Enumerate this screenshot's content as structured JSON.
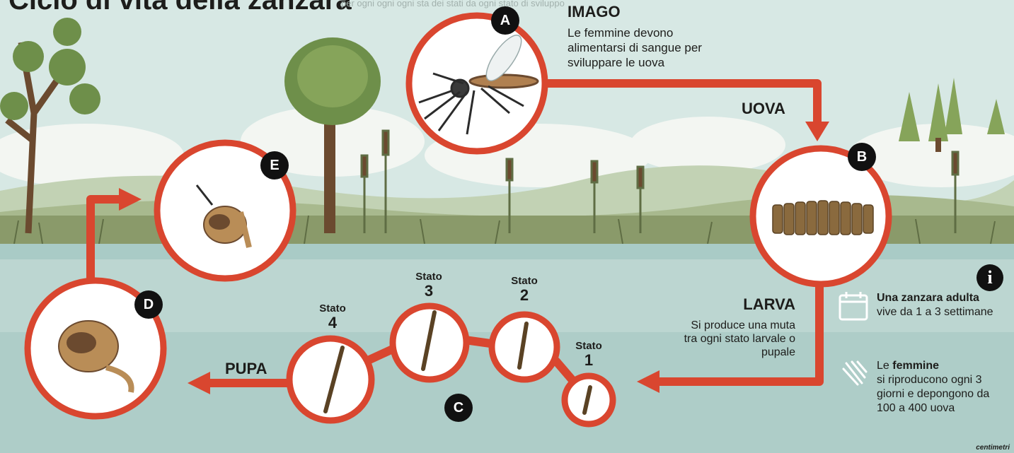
{
  "header": {
    "title": "Ciclo di vita della zanzara",
    "subtitle": "per ogni ogni ogni sta dei stati da ogni stato di sviluppo"
  },
  "stages": {
    "a": {
      "badge": "A",
      "title": "IMAGO",
      "desc": "Le femmine devono alimentarsi di sangue per sviluppare le uova"
    },
    "b": {
      "badge": "B",
      "label": "UOVA"
    },
    "c": {
      "badge": "C",
      "label": "LARVA",
      "desc": "Si produce una muta tra ogni stato larvale o pupale"
    },
    "d": {
      "badge": "D",
      "label": "PUPA"
    },
    "e": {
      "badge": "E"
    }
  },
  "larval_states": [
    {
      "label": "Stato",
      "number": "1"
    },
    {
      "label": "Stato",
      "number": "2"
    },
    {
      "label": "Stato",
      "number": "3"
    },
    {
      "label": "Stato",
      "number": "4"
    }
  ],
  "info": {
    "icon": "info-icon",
    "fact1": {
      "icon": "calendar-icon",
      "bold": "Una zanzara adulta",
      "text": "vive da 1 a 3 settimane"
    },
    "fact2": {
      "icon": "eggs-icon",
      "pre": "Le ",
      "bold": "femmine",
      "text": "si riproducono ogni 3 giorni e depongono da 100 a 400 uova"
    }
  },
  "brand": "centimetri",
  "colors": {
    "accent": "#d9462f",
    "badge": "#111111",
    "water": "#a9cbc6",
    "sky": "#d7e8e4",
    "grass": "#8a9a6a"
  }
}
